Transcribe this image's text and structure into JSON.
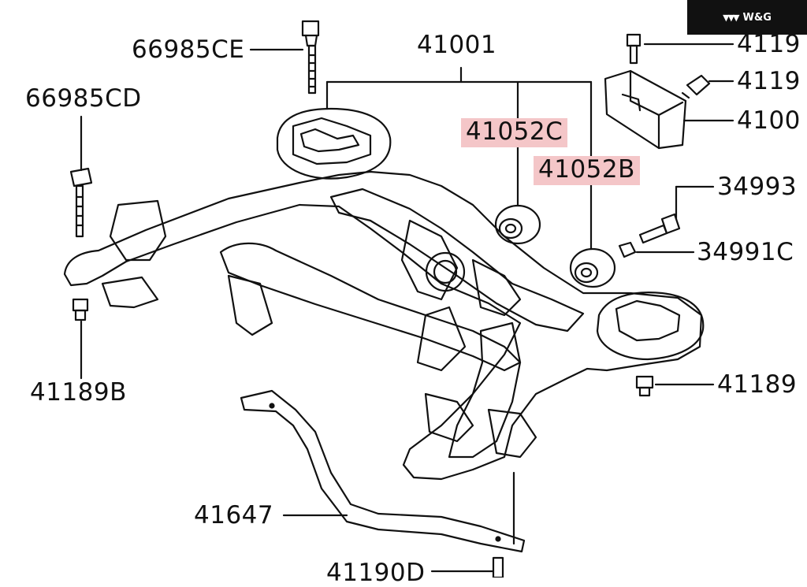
{
  "watermark": {
    "mark": "▼▼▼",
    "text": "W&G"
  },
  "labels": {
    "p66985CE": "66985CE",
    "p66985CD": "66985CD",
    "p41001": "41001",
    "p41052C": "41052C",
    "p41052B": "41052B",
    "p4119_top": "4119",
    "p4119_mid": "4119",
    "p4100": "4100",
    "p34993": "34993",
    "p34991C": "34991C",
    "p41189B": "41189B",
    "p41189C": "41189",
    "p41647": "41647",
    "p41190D": "41190D"
  },
  "colors": {
    "highlight": "#f4c6c8",
    "line": "#111111"
  }
}
